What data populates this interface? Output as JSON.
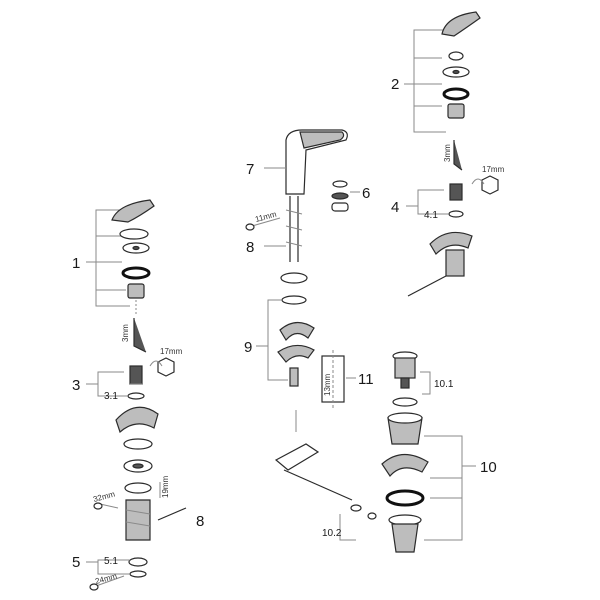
{
  "callouts": {
    "c1": "1",
    "c2": "2",
    "c3": "3",
    "c3_1": "3.1",
    "c4": "4",
    "c4_1": "4.1",
    "c5": "5",
    "c5_1": "5.1",
    "c6": "6",
    "c7": "7",
    "c8_left": "8",
    "c8_mid": "8",
    "c9": "9",
    "c10": "10",
    "c10_1": "10.1",
    "c10_2": "10.2",
    "c11": "11"
  },
  "dimensions": {
    "d_17mm_left": "17mm",
    "d_17mm_right": "17mm",
    "d_3mm_left": "3mm",
    "d_3mm_right": "3mm",
    "d_11mm": "11mm",
    "d_13mm": "13mm",
    "d_32mm": "32mm",
    "d_19mm": "19mm",
    "d_24mm": "24mm"
  }
}
